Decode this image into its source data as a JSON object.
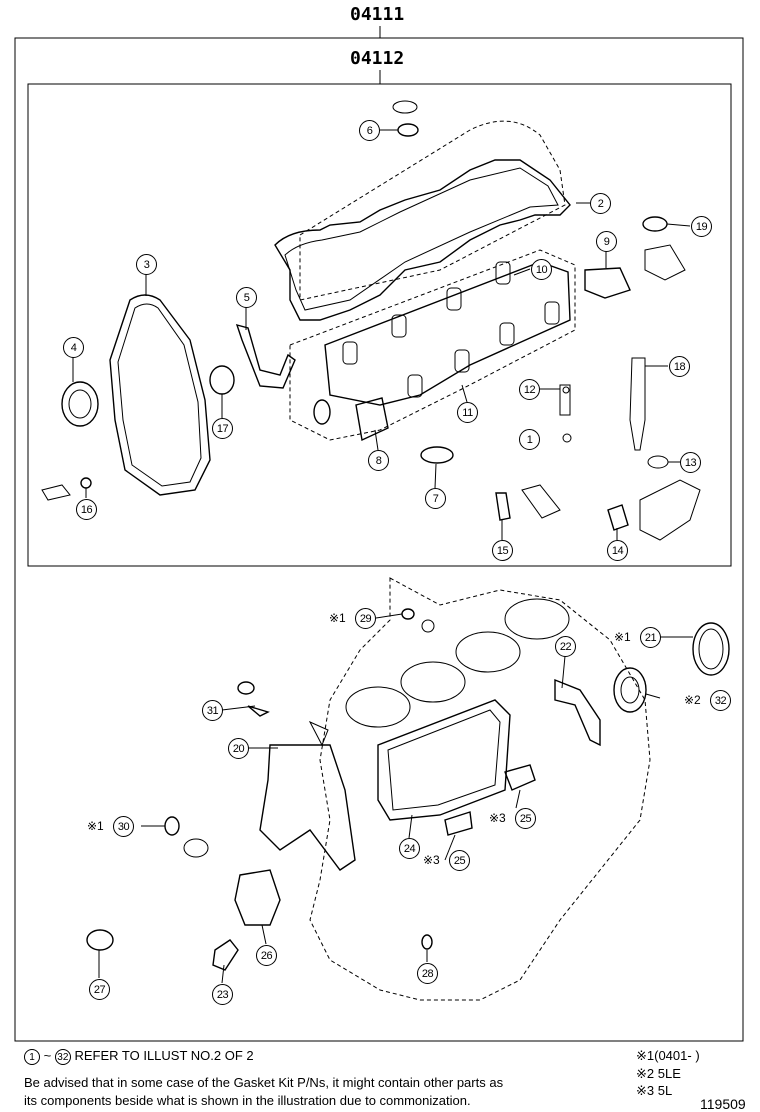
{
  "kits": {
    "outer": "04111",
    "inner": "04112"
  },
  "callouts": [
    {
      "id": "c1",
      "label": "1"
    },
    {
      "id": "c2",
      "label": "2"
    },
    {
      "id": "c3",
      "label": "3"
    },
    {
      "id": "c4",
      "label": "4"
    },
    {
      "id": "c5",
      "label": "5"
    },
    {
      "id": "c6",
      "label": "6"
    },
    {
      "id": "c7",
      "label": "7"
    },
    {
      "id": "c8",
      "label": "8"
    },
    {
      "id": "c9",
      "label": "9"
    },
    {
      "id": "c10",
      "label": "10"
    },
    {
      "id": "c11",
      "label": "11"
    },
    {
      "id": "c12",
      "label": "12"
    },
    {
      "id": "c13",
      "label": "13"
    },
    {
      "id": "c14",
      "label": "14"
    },
    {
      "id": "c15",
      "label": "15"
    },
    {
      "id": "c16",
      "label": "16"
    },
    {
      "id": "c17",
      "label": "17"
    },
    {
      "id": "c18",
      "label": "18"
    },
    {
      "id": "c19",
      "label": "19"
    },
    {
      "id": "c20",
      "label": "20"
    },
    {
      "id": "c21",
      "label": "21"
    },
    {
      "id": "c22",
      "label": "22"
    },
    {
      "id": "c23",
      "label": "23"
    },
    {
      "id": "c24",
      "label": "24"
    },
    {
      "id": "c25a",
      "label": "25"
    },
    {
      "id": "c25b",
      "label": "25"
    },
    {
      "id": "c26",
      "label": "26"
    },
    {
      "id": "c27",
      "label": "27"
    },
    {
      "id": "c28",
      "label": "28"
    },
    {
      "id": "c29",
      "label": "29"
    },
    {
      "id": "c30",
      "label": "30"
    },
    {
      "id": "c31",
      "label": "31"
    },
    {
      "id": "c32",
      "label": "32"
    }
  ],
  "marks": {
    "m29": "※1",
    "m21": "※1",
    "m32": "※2",
    "m25a": "※3",
    "m25b": "※3",
    "m30": "※1"
  },
  "footer": {
    "ref_from": "1",
    "ref_to": "32",
    "ref_text": "REFER TO ILLUST NO.2 OF 2",
    "note_line1": "Be advised that in some case of the Gasket Kit P/Ns,  it might contain other parts as",
    "note_line2": "its components beside what is shown in the illustration due to commonization.",
    "legend": [
      "※1(0401-      )",
      "※2 5LE",
      "※3 5L"
    ],
    "illustration_id": "119509"
  }
}
